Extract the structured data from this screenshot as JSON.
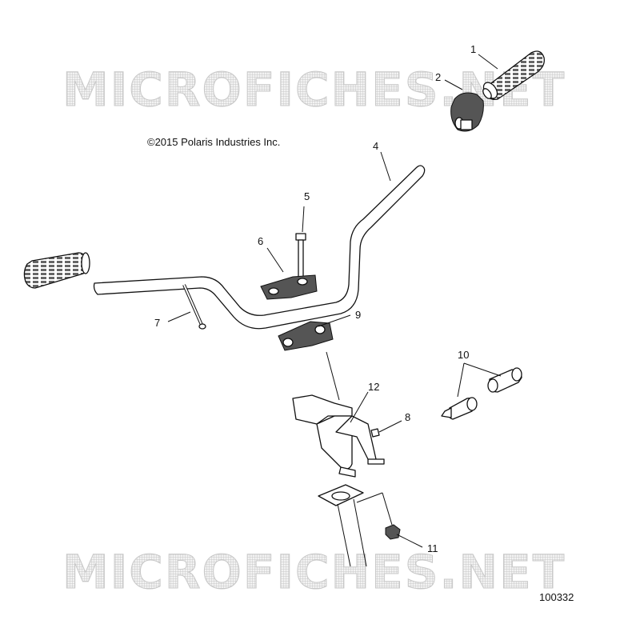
{
  "watermark": "MICROFICHES.NET",
  "copyright": "©2015 Polaris Industries Inc.",
  "document_number": "100332",
  "callouts": [
    "1",
    "2",
    "4",
    "5",
    "6",
    "7",
    "9",
    "10",
    "12",
    "8",
    "11"
  ]
}
